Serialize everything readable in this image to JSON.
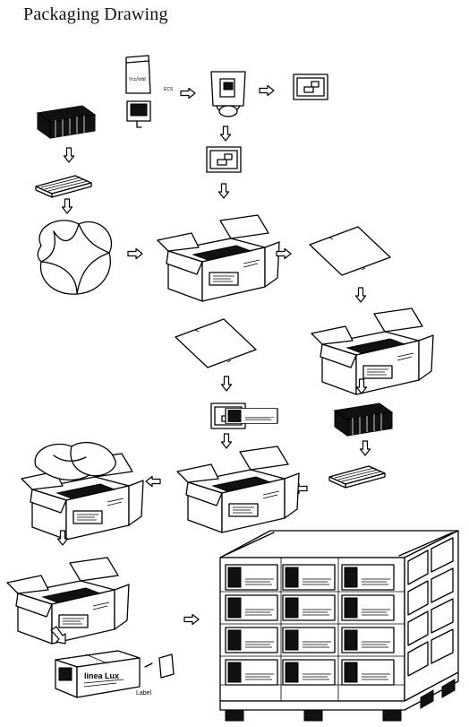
{
  "title": "Packaging Drawing",
  "bag_label": "Vcc/Vdd",
  "ecs_label": "ECS",
  "brand_text": "linea Lux",
  "label_caption": "Label"
}
